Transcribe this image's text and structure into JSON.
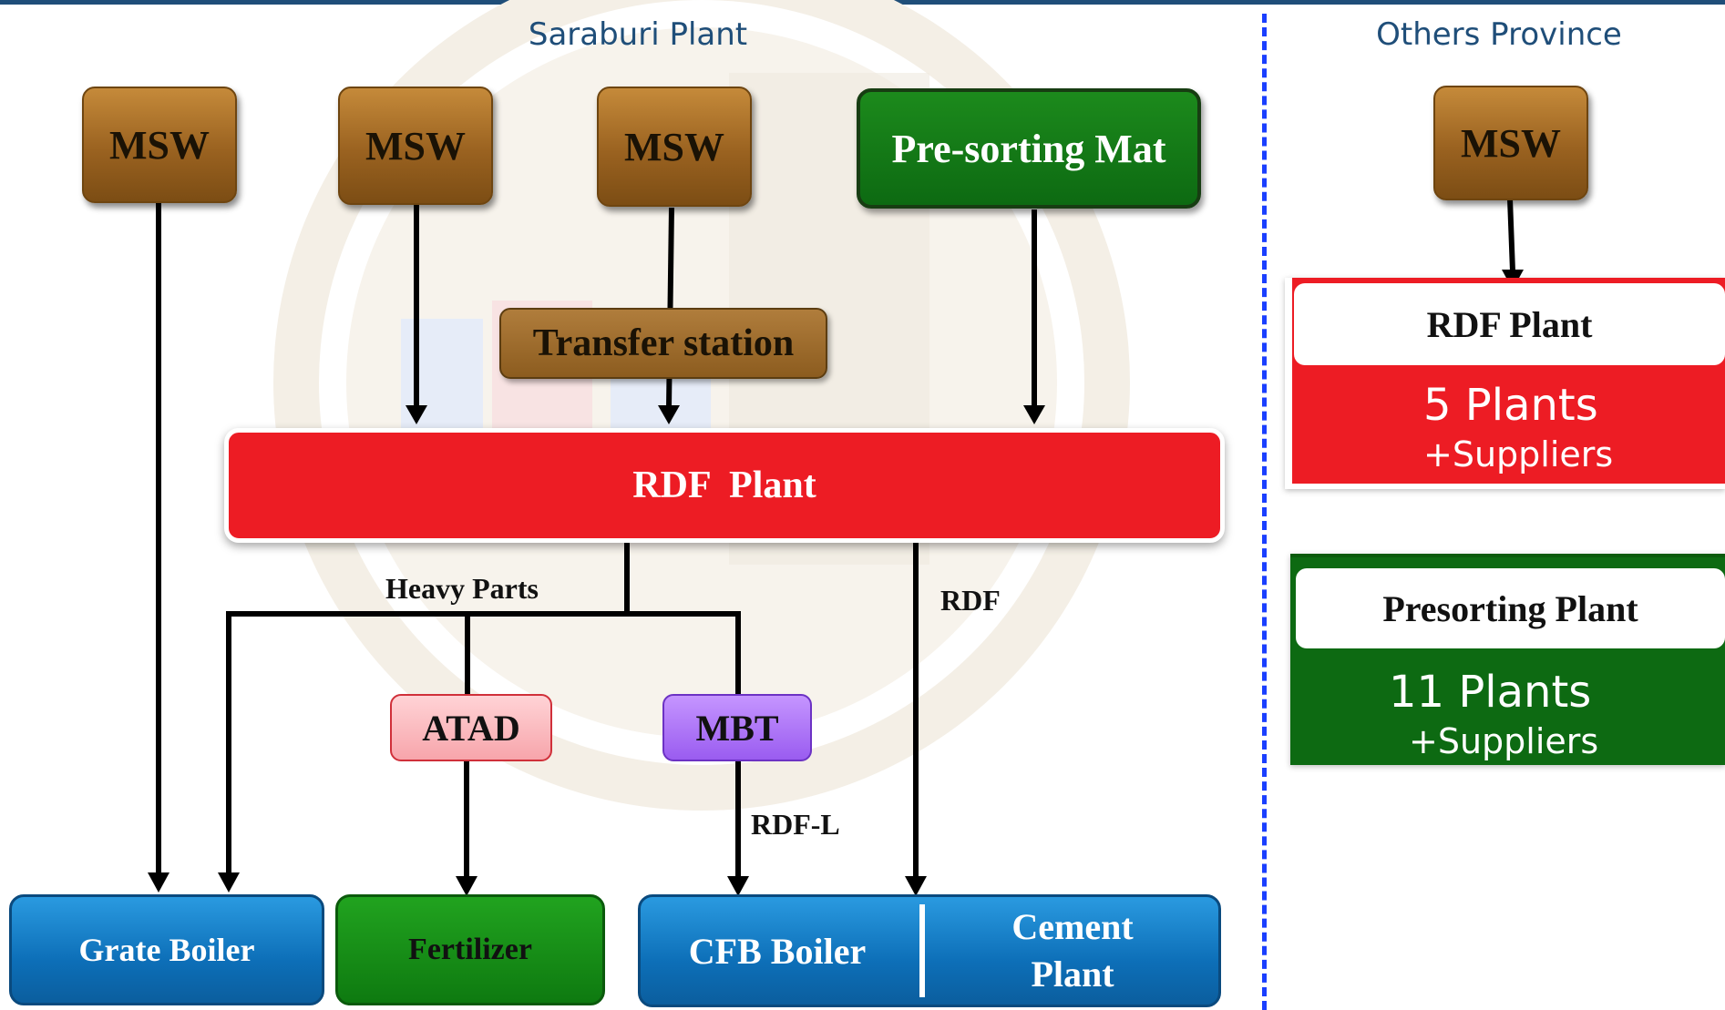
{
  "titles": {
    "left": "Saraburi Plant",
    "right": "Others Province"
  },
  "sources": {
    "msw1": "MSW",
    "msw2": "MSW",
    "msw3": "MSW",
    "presort": "Pre-sorting Mat",
    "msw_right": "MSW"
  },
  "transfer": "Transfer station",
  "rdf_main": "RDF  Plant",
  "labels": {
    "heavy": "Heavy Parts",
    "rdf": "RDF",
    "rdfl": "RDF-L"
  },
  "mid": {
    "atad": "ATAD",
    "mbt": "MBT"
  },
  "outputs": {
    "grate": "Grate Boiler",
    "fertilizer": "Fertilizer",
    "cfb": "CFB Boiler",
    "cement": "Cement Plant"
  },
  "right_rdf": {
    "title": "RDF Plant",
    "count": "5 Plants",
    "extra": "+Suppliers"
  },
  "right_presort": {
    "title": "Presorting Plant",
    "count": "11 Plants",
    "extra": "+Suppliers"
  },
  "colors": {
    "rdf_red": "#ed1c24",
    "presort_green": "#0d6a12",
    "title_blue": "#1f4e79",
    "divider_blue": "#1a3fff",
    "msw_brown": "#9a6220",
    "output_blue": "#0d6fb8"
  }
}
